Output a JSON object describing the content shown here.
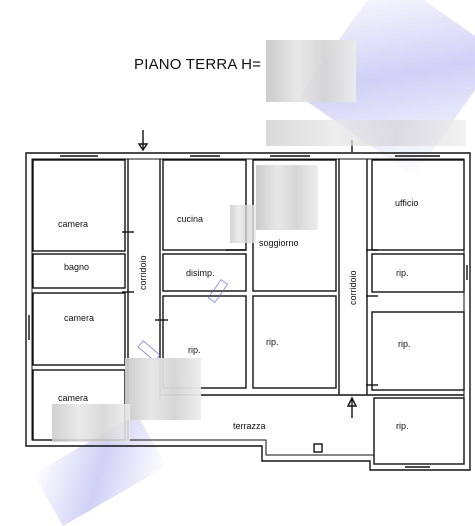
{
  "header": {
    "title": "PIANO TERRA H="
  },
  "rooms": {
    "camera_1": "camera",
    "bagno": "bagno",
    "camera_2": "camera",
    "camera_3": "camera",
    "corridoio_left": "corridoio",
    "cucina": "cucina",
    "disimp": "disimp.",
    "rip_center_left": "rip.",
    "soggiorno": "soggiorno",
    "rip_center": "rip.",
    "corridoio_right": "corridoio",
    "ufficio": "ufficio",
    "rip_right_1": "rip.",
    "rip_right_2": "rip.",
    "rip_right_3": "rip.",
    "terrazza": "terrazza"
  },
  "colors": {
    "lines": "#111111",
    "watermark": "#aaaaf0",
    "redaction": "#d0d0d0"
  }
}
